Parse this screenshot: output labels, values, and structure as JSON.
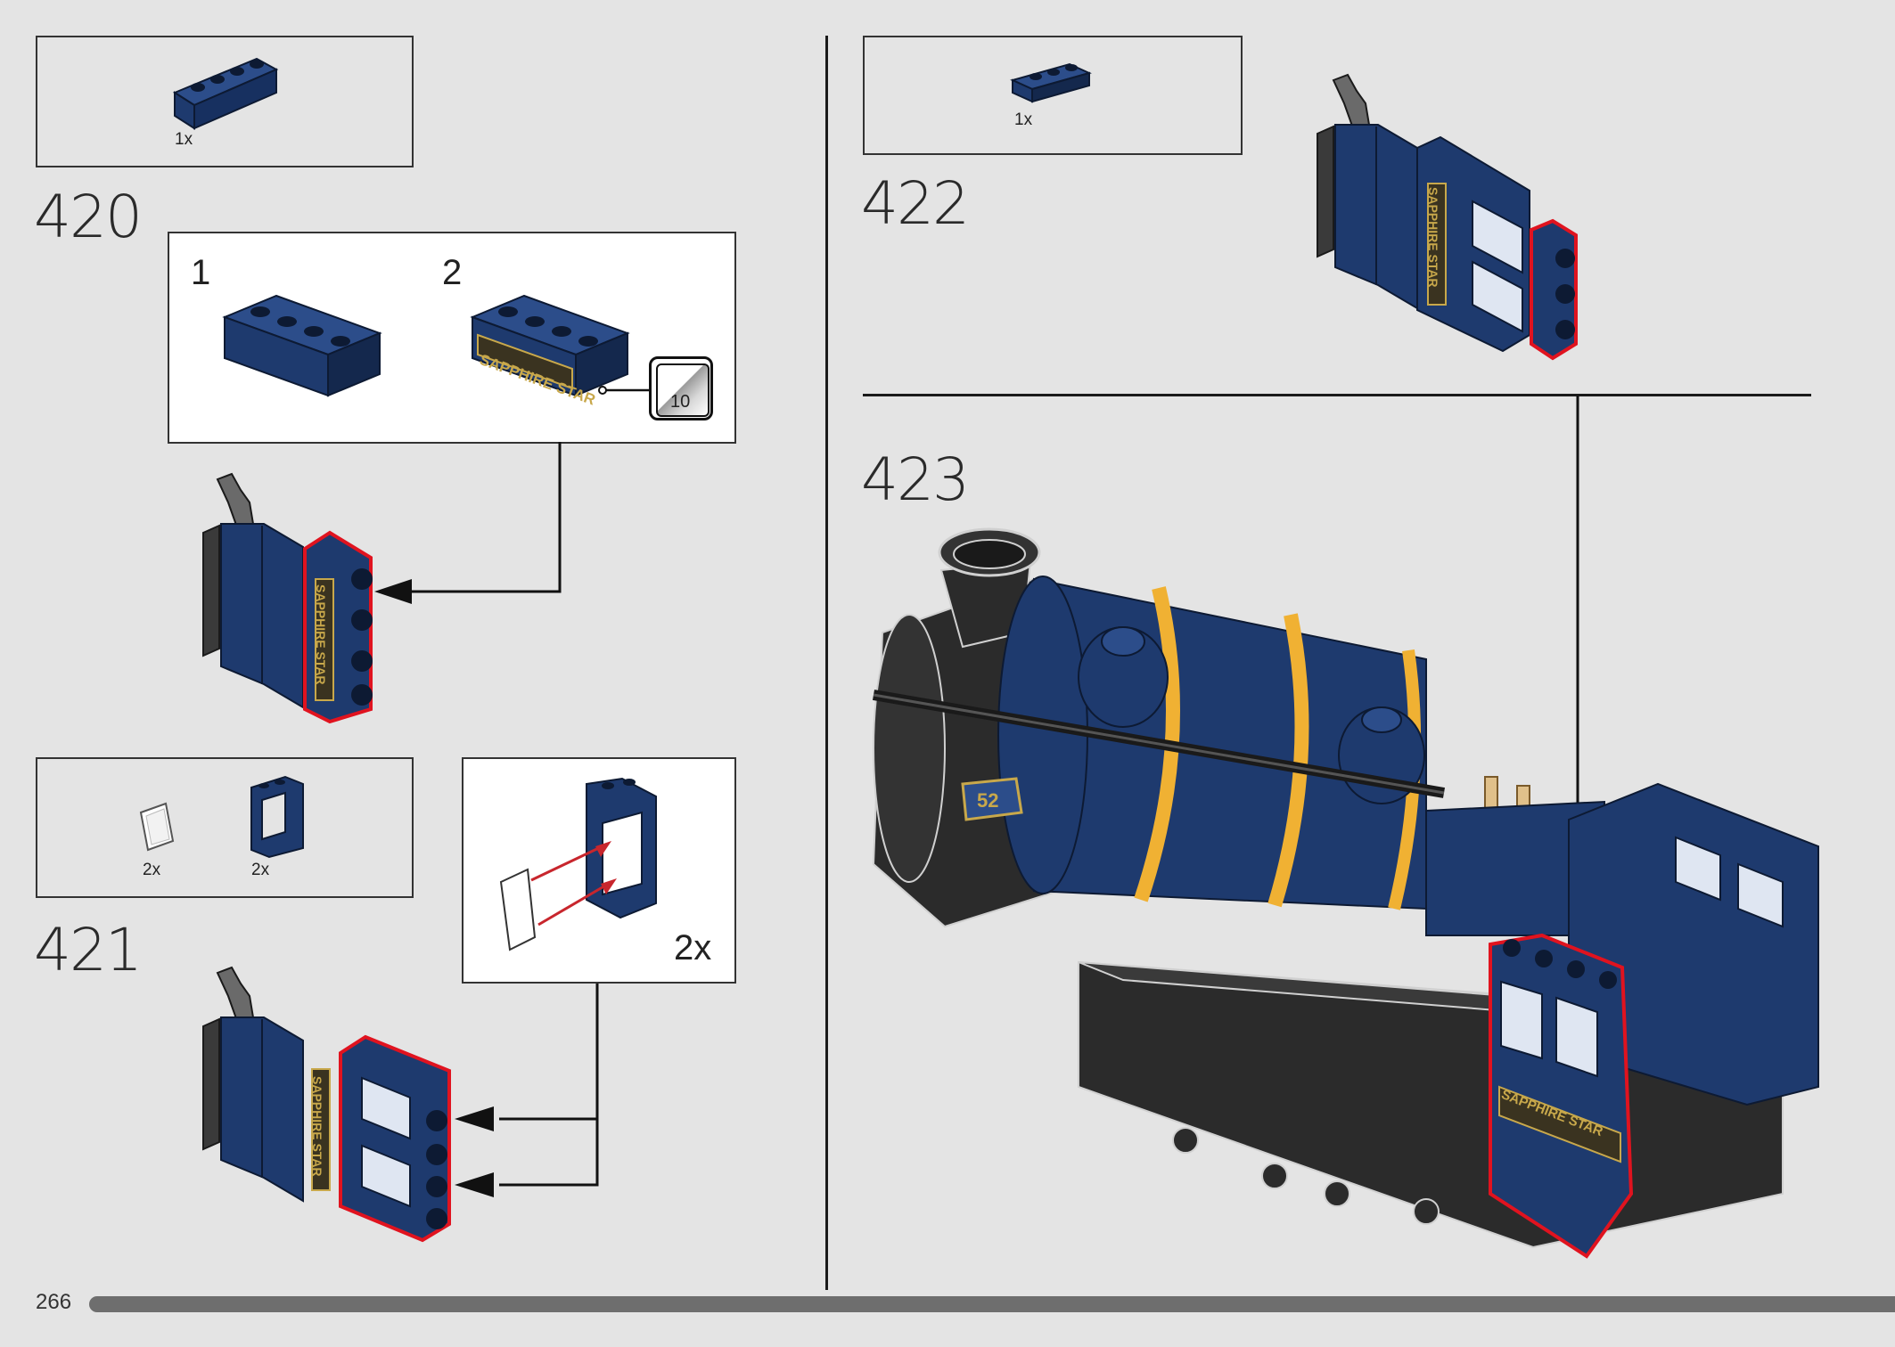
{
  "page": {
    "number": "266",
    "progress_fraction": 1.0
  },
  "colors": {
    "background": "#e4e4e4",
    "brick_blue": "#1e3a6e",
    "brick_blue_dark": "#14284d",
    "highlight_red": "#e0131f",
    "stripe_yellow": "#f0b133",
    "dark_grey": "#2b2b2b",
    "sticker_gold": "#c8a84b"
  },
  "steps": {
    "s420": {
      "number": "420",
      "parts": [
        {
          "qty": "1x",
          "icon": "blue-1x4-brick-icon"
        }
      ],
      "substeps": [
        {
          "number": "1",
          "icon": "blue-1x4-brick-icon"
        },
        {
          "number": "2",
          "icon": "sticker-brick-icon",
          "sticker_text": "SAPPHIRE STAR",
          "sticker_sheet_number": "10"
        }
      ],
      "assembly_sticker_text": "SAPPHIRE STAR"
    },
    "s421": {
      "number": "421",
      "parts": [
        {
          "qty": "2x",
          "icon": "window-glass-icon"
        },
        {
          "qty": "2x",
          "icon": "blue-window-frame-icon"
        }
      ],
      "subassembly_qty": "2x",
      "assembly_sticker_text": "SAPPHIRE STAR"
    },
    "s422": {
      "number": "422",
      "parts": [
        {
          "qty": "1x",
          "icon": "blue-1x3-plate-icon"
        }
      ],
      "assembly_sticker_text": "SAPPHIRE STAR"
    },
    "s423": {
      "number": "423",
      "locomotive_number_plate": "52",
      "cab_sticker_text": "SAPPHIRE STAR"
    }
  }
}
